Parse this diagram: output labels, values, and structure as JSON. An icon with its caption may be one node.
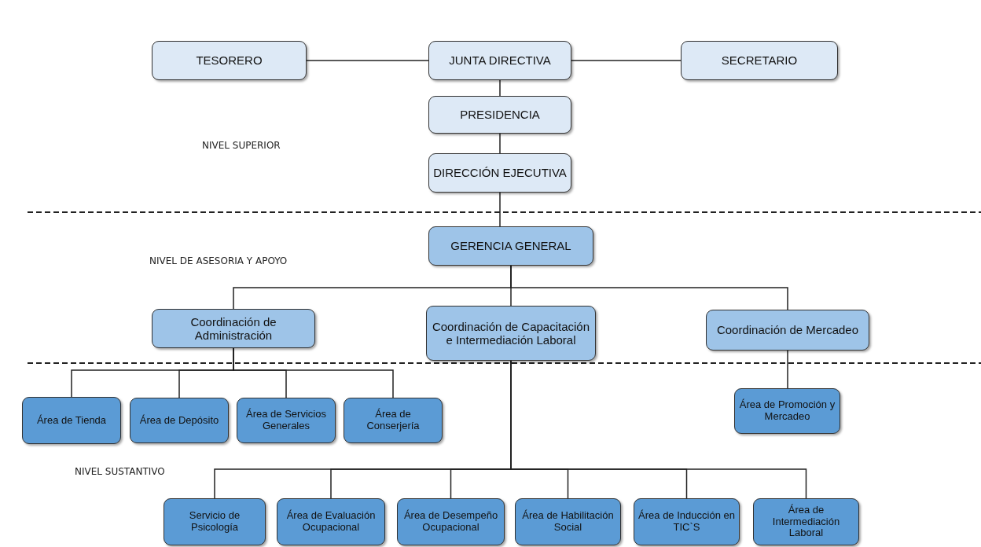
{
  "diagram": {
    "nodes": [
      {
        "text": [
          "TESORERO"
        ]
      },
      {
        "text": [
          "JUNTA DIRECTIVA"
        ]
      },
      {
        "text": [
          "SECRETARIO"
        ]
      },
      {
        "text": [
          "PRESIDENCIA"
        ]
      },
      {
        "text": [
          "DIRECCIÓN EJECUTIVA"
        ]
      },
      {
        "text": [
          "GERENCIA GENERAL"
        ]
      },
      {
        "text": [
          "Coordinación de Administración"
        ]
      },
      {
        "text": [
          "Coordinación de Capacitación e Intermediación Laboral"
        ]
      },
      {
        "text": [
          "Coordinación de Mercadeo"
        ]
      },
      {
        "text": [
          "Área de Tienda"
        ]
      },
      {
        "text": [
          "Área de Depósito"
        ]
      },
      {
        "text": [
          "Área de Servicios Generales"
        ]
      },
      {
        "text": [
          "Área de Conserjería"
        ]
      },
      {
        "text": [
          "Área de Promoción y Mercadeo"
        ]
      },
      {
        "text": [
          "Servicio de Psicología"
        ]
      },
      {
        "text": [
          "Área de Evaluación Ocupacional"
        ]
      },
      {
        "text": [
          "Área de Desempeño Ocupacional"
        ]
      },
      {
        "text": [
          "Área de Habilitación Social"
        ]
      },
      {
        "text": [
          "Área de Inducción en TIC`S"
        ]
      },
      {
        "text": [
          "Área de Intermediación Laboral"
        ]
      }
    ],
    "edges": [
      {
        "from": 1,
        "to": 0,
        "arrow": "none"
      },
      {
        "from": 1,
        "to": 2,
        "arrow": "none"
      },
      {
        "from": 1,
        "to": 3,
        "arrow": "none"
      },
      {
        "from": 3,
        "to": 4,
        "arrow": "none"
      },
      {
        "from": 4,
        "to": 5,
        "arrow": "none"
      },
      {
        "from": 5,
        "to": 6,
        "arrow": "none"
      },
      {
        "from": 5,
        "to": 7,
        "arrow": "none"
      },
      {
        "from": 5,
        "to": 8,
        "arrow": "none"
      },
      {
        "from": 6,
        "to": 9,
        "arrow": "none"
      },
      {
        "from": 6,
        "to": 10,
        "arrow": "none"
      },
      {
        "from": 6,
        "to": 11,
        "arrow": "none"
      },
      {
        "from": 6,
        "to": 12,
        "arrow": "none"
      },
      {
        "from": 8,
        "to": 13,
        "arrow": "none"
      },
      {
        "from": 7,
        "to": 14,
        "arrow": "none"
      },
      {
        "from": 7,
        "to": 15,
        "arrow": "none"
      },
      {
        "from": 7,
        "to": 16,
        "arrow": "none"
      },
      {
        "from": 7,
        "to": 17,
        "arrow": "none"
      },
      {
        "from": 7,
        "to": 18,
        "arrow": "none"
      },
      {
        "from": 7,
        "to": 19,
        "arrow": "none"
      }
    ],
    "labels": [
      "NIVEL SUPERIOR",
      "NIVEL DE ASESORIA Y APOYO",
      "NIVEL SUSTANTIVO"
    ]
  }
}
